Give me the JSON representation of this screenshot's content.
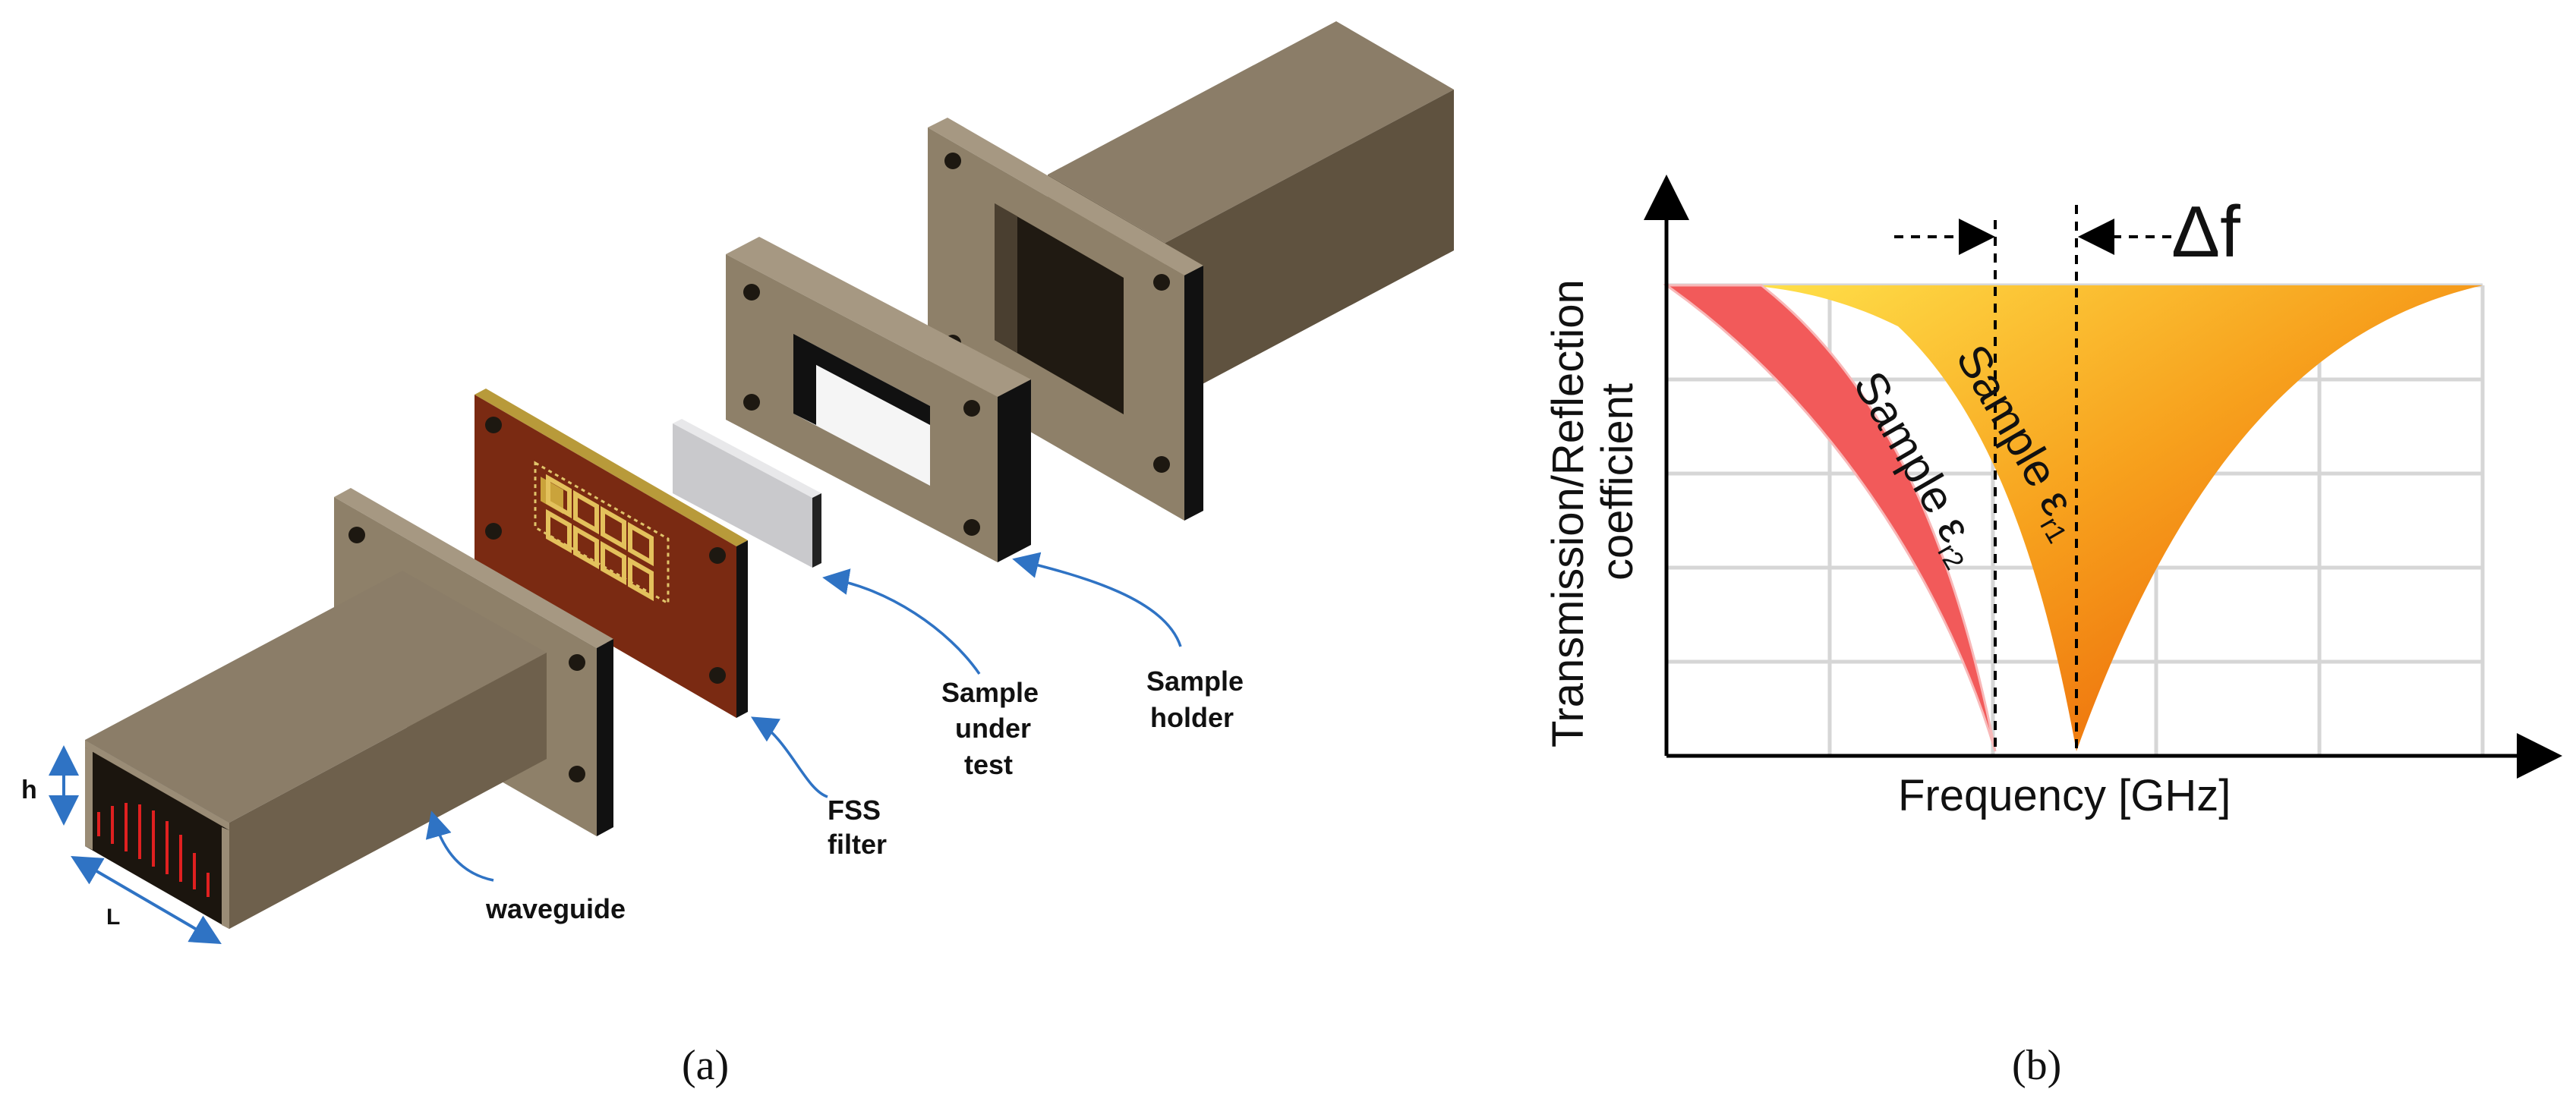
{
  "panel_a": {
    "caption": "(a)",
    "labels": {
      "h": "h",
      "L": "L",
      "waveguide": "waveguide",
      "fss_line1": "FSS",
      "fss_line2": "filter",
      "sut_line1": "Sample",
      "sut_line2": "under",
      "sut_line3": "test",
      "holder_line1": "Sample",
      "holder_line2": "holder"
    }
  },
  "panel_b": {
    "caption": "(b)",
    "ylabel_line1": "Transmission/Reflection",
    "ylabel_line2": "coefficient",
    "xlabel": "Frequency [GHz]",
    "delta_label": "Δf",
    "curve1_label": "Sample ε",
    "curve1_sub": "r2",
    "curve2_label": "Sample ε",
    "curve2_sub": "r1"
  },
  "colors": {
    "metal_top": "#8b7d68",
    "metal_side": "#6e604c",
    "metal_front": "#9a8c76",
    "fss_board": "#7a2a12",
    "arrow_blue": "#2f73c4",
    "curve_red": "#f25a5a",
    "curve_orange": "#f59a1c",
    "curve_yellow": "#f7c814"
  }
}
